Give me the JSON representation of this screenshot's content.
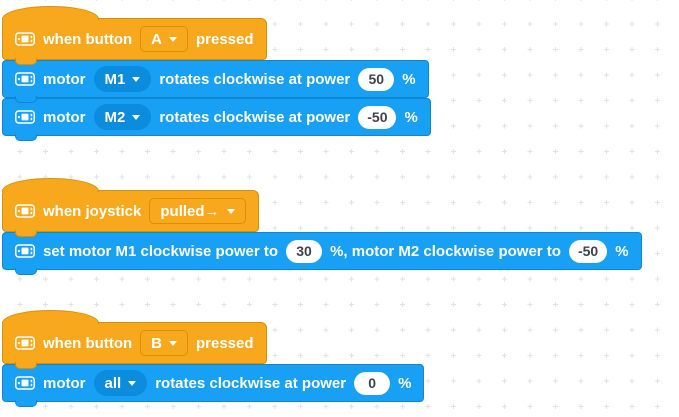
{
  "palette": {
    "event_fill": "#F8A81D",
    "event_border": "#DB9000",
    "motor_fill": "#18A0F4",
    "motor_border": "#0D87D1",
    "dropdown_fill": "#0B8CDD",
    "input_text": "#3F434A",
    "grid_dot_color": "#E2E2E2"
  },
  "stack_button_a": {
    "hat": {
      "label_prefix": "when button",
      "dropdown_value": "A",
      "label_suffix": "pressed"
    },
    "motor_m1": {
      "label_motor": "motor",
      "dropdown_value": "M1",
      "label_action": "rotates clockwise at power",
      "power_value": "50",
      "label_unit": "%"
    },
    "motor_m2": {
      "label_motor": "motor",
      "dropdown_value": "M2",
      "label_action": "rotates clockwise at power",
      "power_value": "-50",
      "label_unit": "%"
    }
  },
  "stack_joystick": {
    "hat": {
      "label_prefix": "when joystick",
      "dropdown_value": "pulled→"
    },
    "set_motors": {
      "label_part1": "set motor M1 clockwise power to",
      "power1_value": "30",
      "label_part2": "%, motor M2 clockwise power to",
      "power2_value": "-50",
      "label_unit": "%"
    }
  },
  "stack_button_b": {
    "hat": {
      "label_prefix": "when button",
      "dropdown_value": "B",
      "label_suffix": "pressed"
    },
    "motor_all": {
      "label_motor": "motor",
      "dropdown_value": "all",
      "label_action": "rotates clockwise at power",
      "power_value": "0",
      "label_unit": "%"
    }
  }
}
